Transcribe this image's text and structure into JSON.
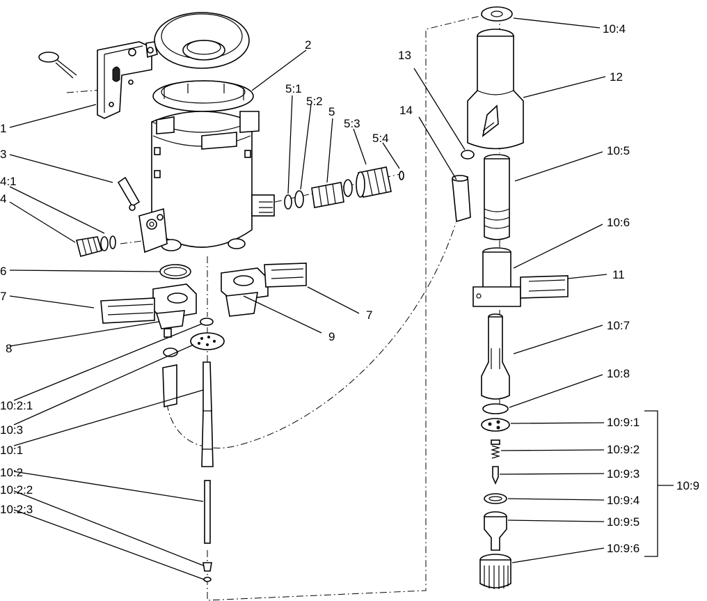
{
  "callouts": {
    "c1": "1",
    "c2": "2",
    "c3": "3",
    "c4_1": "4:1",
    "c4": "4",
    "c5_1": "5:1",
    "c5_2": "5:2",
    "c5": "5",
    "c5_3": "5:3",
    "c5_4": "5:4",
    "c6": "6",
    "c7a": "7",
    "c7b": "7",
    "c8": "8",
    "c9": "9",
    "c10_1": "10:1",
    "c10_2": "10:2",
    "c10_2_1": "10:2:1",
    "c10_2_2": "10:2:2",
    "c10_2_3": "10:2:3",
    "c10_3": "10:3",
    "c10_4": "10:4",
    "c10_5": "10:5",
    "c10_6": "10:6",
    "c10_7": "10:7",
    "c10_8": "10:8",
    "c10_9": "10:9",
    "c10_9_1": "10:9:1",
    "c10_9_2": "10:9:2",
    "c10_9_3": "10:9:3",
    "c10_9_4": "10:9:4",
    "c10_9_5": "10:9:5",
    "c10_9_6": "10:9:6",
    "c11": "11",
    "c12": "12",
    "c13": "13",
    "c14": "14"
  }
}
